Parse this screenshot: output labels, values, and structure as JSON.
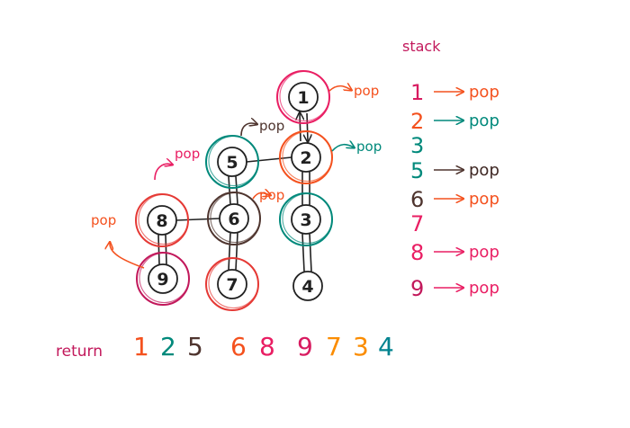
{
  "stack": {
    "title": "stack",
    "entries": [
      {
        "num": "1",
        "pop": "pop",
        "num_color": "#d81b60",
        "arrow_color": "#f4511e",
        "pop_color": "#f4511e"
      },
      {
        "num": "2",
        "pop": "pop",
        "num_color": "#f4511e",
        "arrow_color": "#00897b",
        "pop_color": "#00897b"
      },
      {
        "num": "3",
        "pop": "",
        "num_color": "#00897b",
        "arrow_color": "",
        "pop_color": ""
      },
      {
        "num": "5",
        "pop": "pop",
        "num_color": "#00897b",
        "arrow_color": "#4e342e",
        "pop_color": "#3e2723"
      },
      {
        "num": "6",
        "pop": "pop",
        "num_color": "#4e342e",
        "arrow_color": "#f4511e",
        "pop_color": "#f4511e"
      },
      {
        "num": "7",
        "pop": "",
        "num_color": "#e91e63",
        "arrow_color": "",
        "pop_color": ""
      },
      {
        "num": "8",
        "pop": "pop",
        "num_color": "#e91e63",
        "arrow_color": "#e91e63",
        "pop_color": "#e91e63"
      },
      {
        "num": "9",
        "pop": "pop",
        "num_color": "#c2185b",
        "arrow_color": "#e91e63",
        "pop_color": "#e91e63"
      }
    ]
  },
  "graph": {
    "nodes": [
      {
        "id": "1",
        "label": "1",
        "ring": "#e91e63"
      },
      {
        "id": "2",
        "label": "2",
        "ring": "#f4511e"
      },
      {
        "id": "3",
        "label": "3",
        "ring": "#00897b"
      },
      {
        "id": "4",
        "label": "4",
        "ring": ""
      },
      {
        "id": "5",
        "label": "5",
        "ring": "#00897b"
      },
      {
        "id": "6",
        "label": "6",
        "ring": "#4e342e"
      },
      {
        "id": "7",
        "label": "7",
        "ring": "#e53935"
      },
      {
        "id": "8",
        "label": "8",
        "ring": "#e53935"
      },
      {
        "id": "9",
        "label": "9",
        "ring": "#c2185b"
      }
    ],
    "pop_notes": [
      {
        "node": "1",
        "text": "pop",
        "color": "#f4511e"
      },
      {
        "node": "2",
        "text": "pop",
        "color": "#00897b"
      },
      {
        "node": "5",
        "text": "pop",
        "color": "#4e342e"
      },
      {
        "node": "6",
        "text": "pop",
        "color": "#f4511e"
      },
      {
        "node": "8",
        "text": "pop",
        "color": "#e91e63"
      },
      {
        "node": "9",
        "text": "pop",
        "color": "#f4511e"
      }
    ]
  },
  "return_row": {
    "label": "return",
    "label_color": "#c2185b",
    "values": [
      {
        "text": "1",
        "color": "#f4511e"
      },
      {
        "text": "2",
        "color": "#00897b"
      },
      {
        "text": "5",
        "color": "#4e342e"
      },
      {
        "text": "6",
        "color": "#f4511e"
      },
      {
        "text": "8",
        "color": "#e91e63"
      },
      {
        "text": "9",
        "color": "#d81b60"
      },
      {
        "text": "7",
        "color": "#fb8c00"
      },
      {
        "text": "3",
        "color": "#fb8c00"
      },
      {
        "text": "4",
        "color": "#00838f"
      }
    ]
  }
}
